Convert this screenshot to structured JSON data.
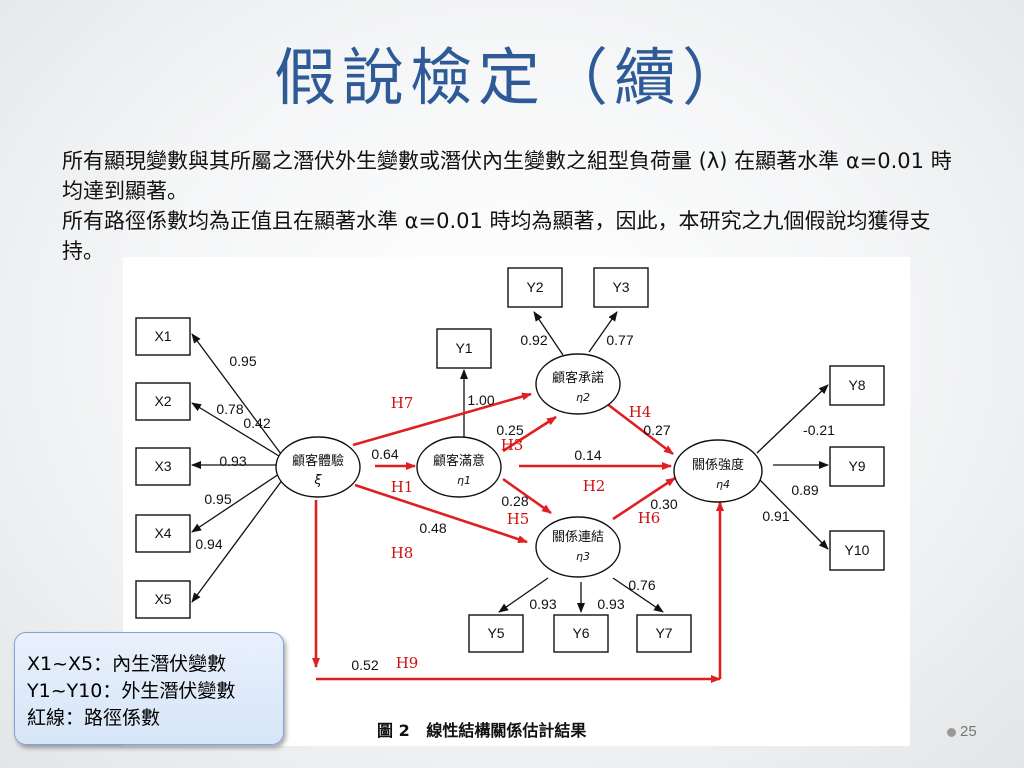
{
  "slide_title": "假說檢定（續）",
  "paragraphs": [
    "所有顯現變數與其所屬之潛伏外生變數或潛伏內生變數之組型負荷量 (λ) 在顯著水準 α=0.01 時均達到顯著。",
    "所有路徑係數均為正值且在顯著水準 α=0.01 時均為顯著，因此，本研究之九個假說均獲得支持。"
  ],
  "diagram": {
    "observed": {
      "x1": "X1",
      "x2": "X2",
      "x3": "X3",
      "x4": "X4",
      "x5": "X5",
      "y1": "Y1",
      "y2": "Y2",
      "y3": "Y3",
      "y5": "Y5",
      "y6": "Y6",
      "y7": "Y7",
      "y8": "Y8",
      "y9": "Y9",
      "y10": "Y10"
    },
    "latent": {
      "experience": {
        "label": "顧客體驗",
        "symbol": "ξ"
      },
      "satisfaction": {
        "label": "顧客滿意",
        "symbol": "η1"
      },
      "commitment": {
        "label": "顧客承諾",
        "symbol": "η2"
      },
      "connection": {
        "label": "關係連結",
        "symbol": "η3"
      },
      "strength": {
        "label": "關係強度",
        "symbol": "η4"
      }
    },
    "loadings": {
      "x1": "0.95",
      "x2": "0.78",
      "x3": "0.93",
      "x4": "0.95",
      "x5": "0.94",
      "y1": "1.00",
      "y2": "0.92",
      "y3": "0.77",
      "y5": "0.93",
      "y6": "0.93",
      "y7": "0.76",
      "y8": "-0.21",
      "y9": "0.89",
      "y10": "0.91"
    },
    "paths": {
      "h1": "0.64",
      "h2": "0.14",
      "h3": "0.25",
      "h4": "0.27",
      "h5": "0.28",
      "h6": "0.30",
      "h7": "0.42",
      "h8": "0.48",
      "h9": "0.52"
    },
    "hypotheses": {
      "h1": "H1",
      "h2": "H2",
      "h3": "H3",
      "h4": "H4",
      "h5": "H5",
      "h6": "H6",
      "h7": "H7",
      "h8": "H8",
      "h9": "H9"
    },
    "caption": "圖 2   線性結構關係估計結果"
  },
  "legend": [
    "X1~X5：內生潛伏變數",
    "Y1~Y10：外生潛伏變數",
    "紅線：路徑係數"
  ],
  "page_number": "25",
  "colors": {
    "title": "#2e5a97",
    "path": "#e02020",
    "hypothesis": "#cc1111"
  }
}
